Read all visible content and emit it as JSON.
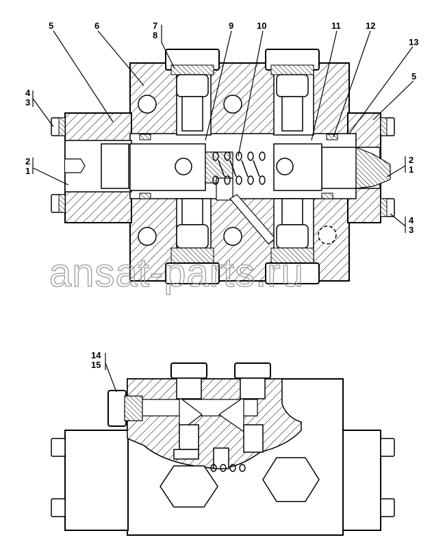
{
  "watermark": "ansat-parts.ru",
  "callouts": {
    "c1": "1",
    "c2": "2",
    "c3": "3",
    "c4": "4",
    "c5": "5",
    "c6": "6",
    "c7": "7",
    "c8": "8",
    "c9": "9",
    "c10": "10",
    "c11": "11",
    "c12": "12",
    "c13": "13",
    "c14": "14",
    "c15": "15"
  }
}
